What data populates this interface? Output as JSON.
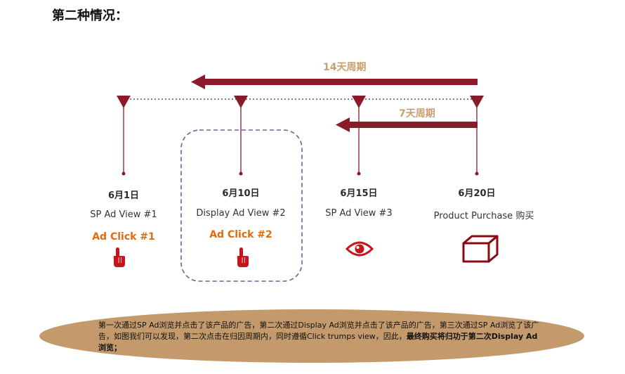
{
  "page": {
    "title": "第二种情况："
  },
  "periods": {
    "long": "14天周期",
    "short": "7天周期"
  },
  "events": [
    {
      "date": "6月1日",
      "label": "SP  Ad  View #1",
      "click": "Ad Click #1",
      "icon": "hand-pointer-icon"
    },
    {
      "date": "6月10日",
      "label": "Display Ad  View #2",
      "click": "Ad Click #2",
      "icon": "hand-pointer-icon"
    },
    {
      "date": "6月15日",
      "label": "SP Ad  View #3",
      "click": "",
      "icon": "eye-icon"
    },
    {
      "date": "6月20日",
      "label": "Product Purchase 购买",
      "click": "",
      "icon": "box-icon"
    }
  ],
  "note": {
    "text": "第一次通过SP Ad浏览并点击了该产品的广告，第二次通过Display Ad浏览并点击了该产品的广告，第三次通过SP Ad浏览了该广告，如图我们可以发现，第二次点击在归因周期内，同时遵循Click trumps view，因此，",
    "emphasis": "最终购买将归功于第二次Display Ad浏览；"
  },
  "colors": {
    "accent": "#8b1a2b",
    "period_label": "#c8a070",
    "click_label": "#e06a10",
    "ellipse": "#c49a6c",
    "highlight_border": "#7a5a9a"
  }
}
